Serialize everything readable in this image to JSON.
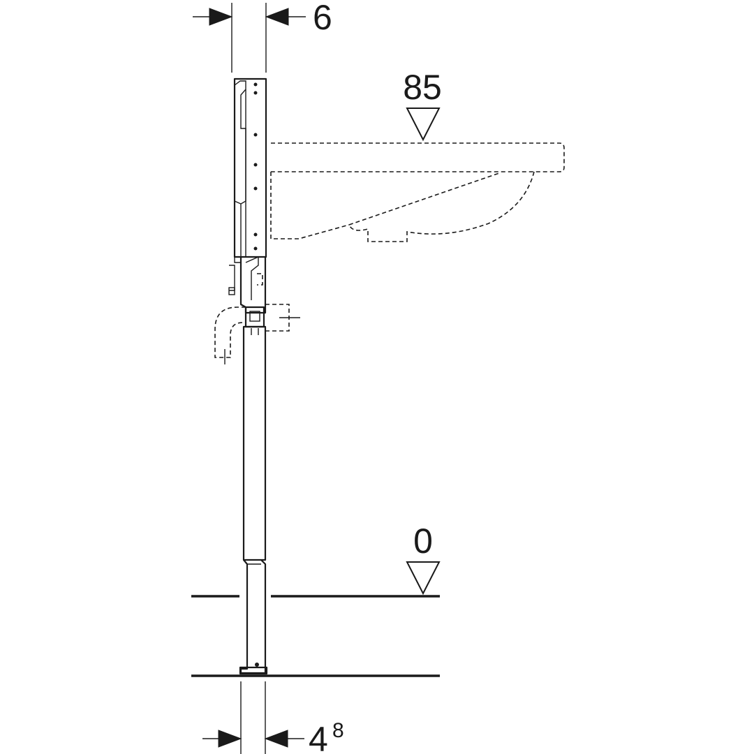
{
  "dimensions": {
    "top_width": "6",
    "bottom_width_main": "4",
    "bottom_width_superscript": "8"
  },
  "levels": {
    "washbasin_height": "85",
    "floor_level": "0"
  }
}
